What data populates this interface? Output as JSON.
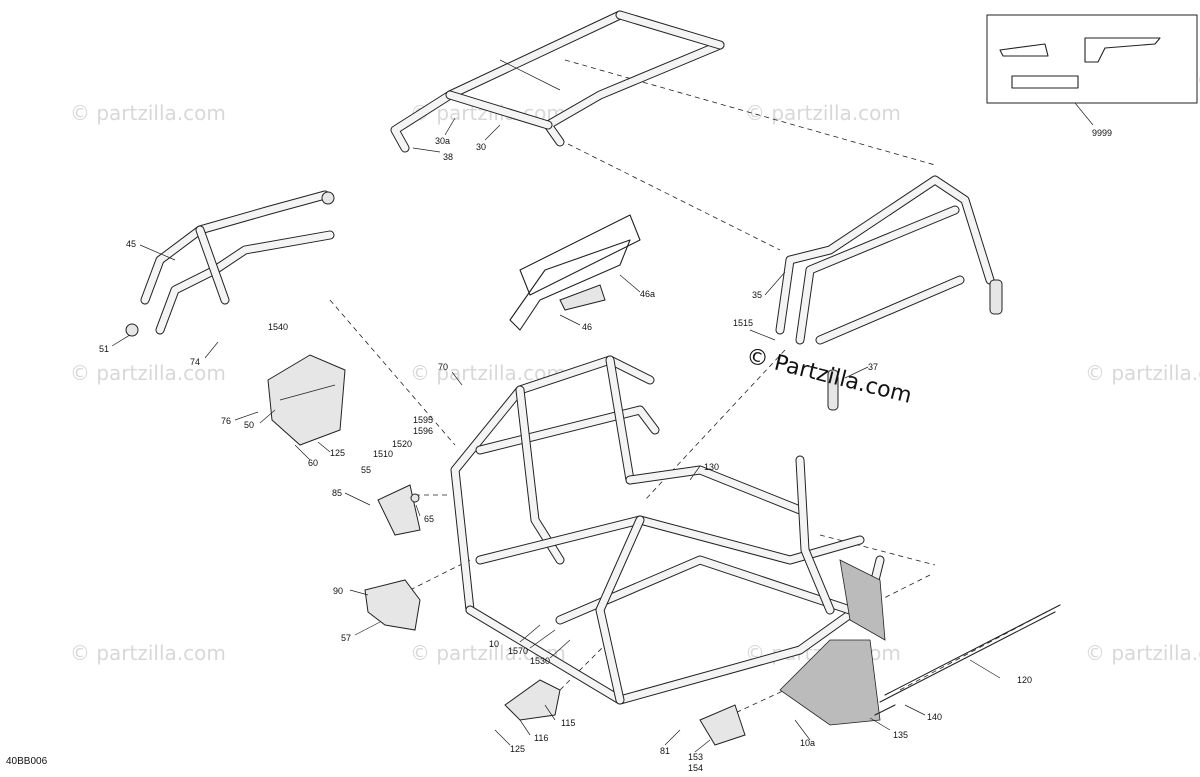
{
  "diagram": {
    "code": "40BB006",
    "brand_watermark": "© Partzilla.com",
    "bg_watermark": "© partzilla.com",
    "callouts": [
      {
        "id": "c-30a",
        "text": "30a"
      },
      {
        "id": "c-30",
        "text": "30"
      },
      {
        "id": "c-38",
        "text": "38"
      },
      {
        "id": "c-9999",
        "text": "9999"
      },
      {
        "id": "c-45",
        "text": "45"
      },
      {
        "id": "c-51",
        "text": "51"
      },
      {
        "id": "c-74",
        "text": "74"
      },
      {
        "id": "c-1540",
        "text": "1540"
      },
      {
        "id": "c-76",
        "text": "76"
      },
      {
        "id": "c-50",
        "text": "50"
      },
      {
        "id": "c-125a",
        "text": "125"
      },
      {
        "id": "c-60",
        "text": "60"
      },
      {
        "id": "c-46a",
        "text": "46a"
      },
      {
        "id": "c-46",
        "text": "46"
      },
      {
        "id": "c-35",
        "text": "35"
      },
      {
        "id": "c-1515",
        "text": "1515"
      },
      {
        "id": "c-37",
        "text": "37"
      },
      {
        "id": "c-70",
        "text": "70"
      },
      {
        "id": "c-1595",
        "text": "1595"
      },
      {
        "id": "c-1596",
        "text": "1596"
      },
      {
        "id": "c-1510",
        "text": "1510"
      },
      {
        "id": "c-1520",
        "text": "1520"
      },
      {
        "id": "c-55",
        "text": "55"
      },
      {
        "id": "c-85",
        "text": "85"
      },
      {
        "id": "c-65",
        "text": "65"
      },
      {
        "id": "c-130",
        "text": "130"
      },
      {
        "id": "c-90",
        "text": "90"
      },
      {
        "id": "c-57",
        "text": "57"
      },
      {
        "id": "c-10",
        "text": "10"
      },
      {
        "id": "c-1570",
        "text": "1570"
      },
      {
        "id": "c-1530",
        "text": "1530"
      },
      {
        "id": "c-120",
        "text": "120"
      },
      {
        "id": "c-115",
        "text": "115"
      },
      {
        "id": "c-116",
        "text": "116"
      },
      {
        "id": "c-125b",
        "text": "125"
      },
      {
        "id": "c-140",
        "text": "140"
      },
      {
        "id": "c-135",
        "text": "135"
      },
      {
        "id": "c-10a",
        "text": "10a"
      },
      {
        "id": "c-81",
        "text": "81"
      },
      {
        "id": "c-153",
        "text": "153"
      },
      {
        "id": "c-154",
        "text": "154"
      }
    ]
  }
}
